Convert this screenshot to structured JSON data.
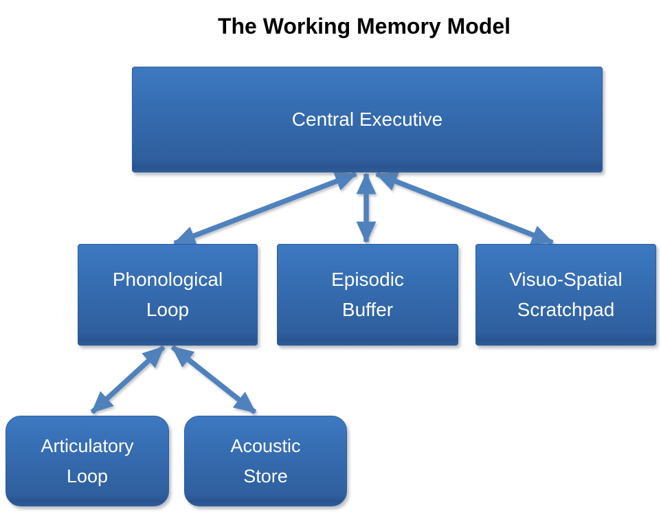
{
  "title": "The Working Memory Model",
  "diagram": {
    "type": "hierarchy-diagram",
    "nodes": [
      {
        "id": "central-executive",
        "label": "Central Executive",
        "lines": [
          "Central Executive"
        ],
        "shape": "rect"
      },
      {
        "id": "phonological-loop",
        "label": "Phonological Loop",
        "lines": [
          "Phonological",
          "Loop"
        ],
        "shape": "rect"
      },
      {
        "id": "episodic-buffer",
        "label": "Episodic Buffer",
        "lines": [
          "Episodic",
          "Buffer"
        ],
        "shape": "rect"
      },
      {
        "id": "visuo-spatial-scratchpad",
        "label": "Visuo-Spatial Scratchpad",
        "lines": [
          "Visuo-Spatial",
          "Scratchpad"
        ],
        "shape": "rect"
      },
      {
        "id": "articulatory-loop",
        "label": "Articulatory Loop",
        "lines": [
          "Articulatory",
          "Loop"
        ],
        "shape": "rounded"
      },
      {
        "id": "acoustic-store",
        "label": "Acoustic Store",
        "lines": [
          "Acoustic",
          "Store"
        ],
        "shape": "rounded"
      }
    ],
    "connections": [
      {
        "from": "central-executive",
        "to": "phonological-loop",
        "style": "double-arrow"
      },
      {
        "from": "central-executive",
        "to": "episodic-buffer",
        "style": "double-arrow"
      },
      {
        "from": "central-executive",
        "to": "visuo-spatial-scratchpad",
        "style": "double-arrow"
      },
      {
        "from": "phonological-loop",
        "to": "articulatory-loop",
        "style": "double-arrow"
      },
      {
        "from": "phonological-loop",
        "to": "acoustic-store",
        "style": "double-arrow"
      }
    ],
    "colors": {
      "box_gradient_top": "#3D79C1",
      "box_gradient_bottom": "#2F5F9E",
      "box_border": "#2E5C99",
      "arrow": "#4F81BD",
      "box_text": "#FFFFFF",
      "title_text": "#000000",
      "background": "#FFFFFF"
    }
  }
}
